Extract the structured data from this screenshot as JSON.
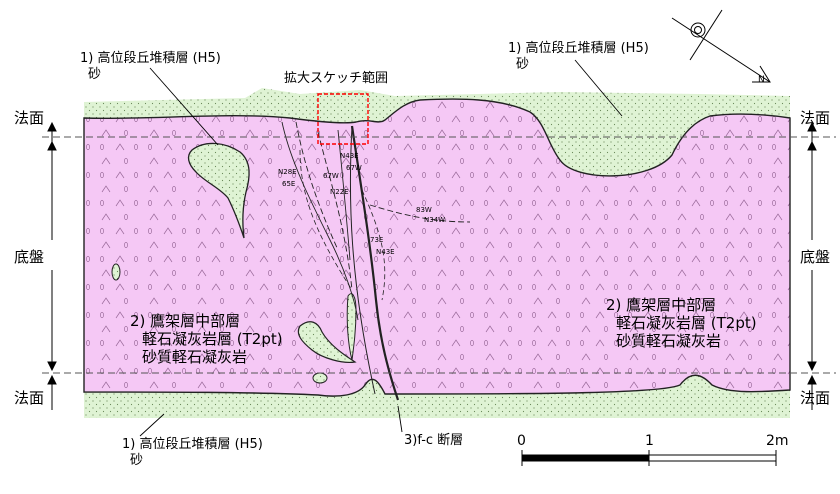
{
  "colors": {
    "sand": "#dff3d4",
    "tuff": "#f5c8f5",
    "outline": "#222222",
    "survey_box": "#ff0000"
  },
  "labels": {
    "top_left_unit": "1) 高位段丘堆積層 (H5)",
    "top_left_sub": "砂",
    "top_right_unit": "1) 高位段丘堆積層 (H5)",
    "top_right_sub": "砂",
    "bottom_unit": "1) 高位段丘堆積層 (H5)",
    "bottom_sub": "砂",
    "sketch_range": "拡大スケッチ範囲",
    "fault": "3)f-c 断層",
    "left_tuff": [
      "2) 鷹架層中部層",
      "軽石凝灰岩層 (T2pt)",
      "砂質軽石凝灰岩"
    ],
    "right_tuff": [
      "2) 鷹架層中部層",
      "軽石凝灰岩層 (T2pt)",
      "砂質軽石凝灰岩"
    ]
  },
  "side_labels": {
    "slope_top": "法面",
    "base": "底盤",
    "slope_bottom": "法面"
  },
  "orientations": [
    "N43E",
    "67W",
    "N28E",
    "65E",
    "67W",
    "N22E",
    "83W",
    "N34W",
    "73E",
    "N43E"
  ],
  "north_arrow": {
    "label": "N"
  },
  "scale_bar": {
    "ticks": [
      "0",
      "1",
      "2m"
    ]
  }
}
